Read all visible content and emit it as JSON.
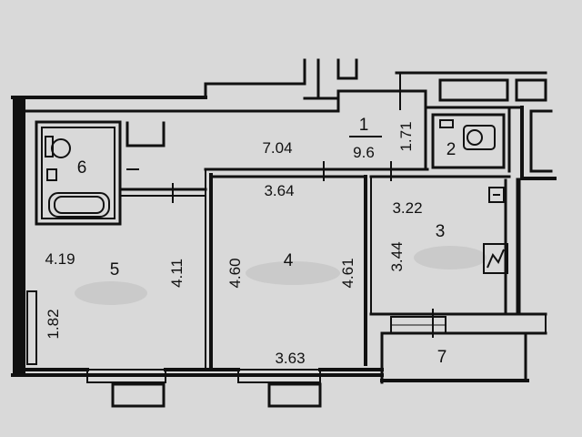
{
  "rooms": [
    {
      "id": "1",
      "area": "9.6"
    },
    {
      "id": "2"
    },
    {
      "id": "3"
    },
    {
      "id": "4"
    },
    {
      "id": "5"
    },
    {
      "id": "6"
    },
    {
      "id": "7"
    }
  ],
  "dimensions": {
    "hall_length": "7.04",
    "hall_width": "1.71",
    "room4_top": "3.64",
    "room4_bottom": "3.63",
    "room4_left": "4.60",
    "room4_right": "4.61",
    "room3_top": "3.22",
    "room3_left": "3.44",
    "room5_top": "4.19",
    "room5_right": "4.11",
    "room5_left": "1.82"
  },
  "colors": {
    "paper": "#d9d9d9",
    "ink": "#111111",
    "blur": "#c8c8c8"
  },
  "icons": [
    "toilet-icon",
    "sink-icon",
    "bathtub-icon",
    "stove-icon"
  ]
}
